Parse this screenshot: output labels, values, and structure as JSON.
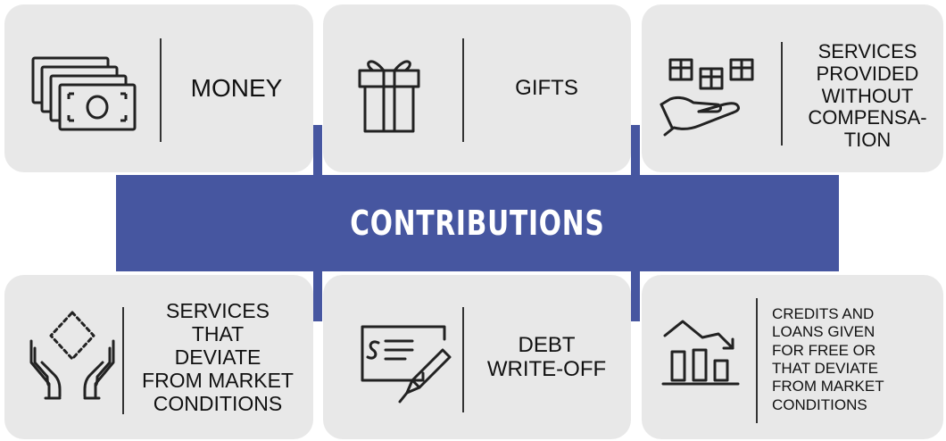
{
  "center": {
    "title": "CONTRIBUTIONS"
  },
  "colors": {
    "accent": "#4656a0",
    "card_bg": "#e8e8e8",
    "icon_stroke": "#222222"
  },
  "cards": [
    {
      "icon": "banknotes-icon",
      "label": "MONEY"
    },
    {
      "icon": "gift-icon",
      "label": "GIFTS"
    },
    {
      "icon": "hand-with-gifts-icon",
      "label": "SERVICES\nPROVIDED\nWITHOUT\nCOMPENSA-\nTION"
    },
    {
      "icon": "hands-holding-diamond-icon",
      "label": "SERVICES\nTHAT\nDEVIATE\nFROM MARKET\nCONDITIONS"
    },
    {
      "icon": "check-and-pen-icon",
      "label": "DEBT\nWRITE-OFF"
    },
    {
      "icon": "declining-bar-chart-icon",
      "label": "CREDITS AND\nLOANS GIVEN\nFOR FREE OR\nTHAT DEVIATE\nFROM MARKET\nCONDITIONS"
    }
  ]
}
